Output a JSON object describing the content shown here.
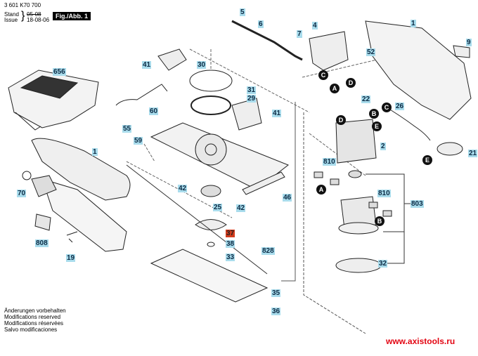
{
  "header": {
    "part_number": "3 601 K70 700",
    "stand_label": "Stand",
    "issue_label": "Issue",
    "stand_value": "05-08",
    "issue_value": "18-08-06",
    "figure_label": "Fig./Abb. 1"
  },
  "footer": {
    "notes": [
      "Änderungen vorbehalten",
      "Modifications reserved",
      "Modifications réservées",
      "Salvo modificaciones"
    ],
    "website": "www.axistools.ru"
  },
  "colors": {
    "label_bg": "#a9dcec",
    "highlight_label_bg": "#d23c1d",
    "website": "#e30613"
  },
  "labels": {
    "p656": "656",
    "p1_left": "1",
    "p70": "70",
    "p808": "808",
    "p19": "19",
    "p55": "55",
    "p59": "59",
    "p60": "60",
    "p41_left": "41",
    "p30": "30",
    "p31": "31",
    "p29": "29",
    "p41_right": "41",
    "p42_left": "42",
    "p42_right": "42",
    "p25": "25",
    "p37": "37",
    "p38": "38",
    "p33": "33",
    "p46": "46",
    "p828": "828",
    "p35": "35",
    "p36": "36",
    "p5": "5",
    "p6": "6",
    "p7": "7",
    "p4": "4",
    "p52": "52",
    "p1_right": "1",
    "p9": "9",
    "p22": "22",
    "p26": "26",
    "p2": "2",
    "p21": "21",
    "p810_a": "810",
    "p810_b": "810",
    "p803": "803",
    "p32": "32"
  },
  "connectors": {
    "c_switch": "C",
    "d_switch": "D",
    "a_top": "A",
    "d_stator": "D",
    "b_top": "B",
    "e_top": "E",
    "c_cable": "C",
    "e_cable": "E",
    "a_brush": "A",
    "b_brush": "B"
  }
}
